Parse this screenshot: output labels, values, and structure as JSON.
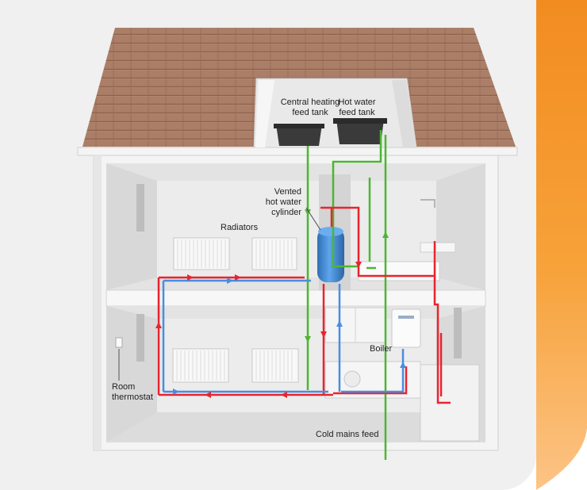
{
  "labels": {
    "central_heating_feed_tank": [
      "Central heating",
      "feed tank"
    ],
    "hot_water_feed_tank": [
      "Hot water",
      "feed tank"
    ],
    "vented_hot_water_cylinder": [
      "Vented",
      "hot water",
      "cylinder"
    ],
    "radiators": "Radiators",
    "boiler": "Boiler",
    "room_thermostat": [
      "Room",
      "thermostat"
    ],
    "cold_mains_feed": "Cold mains feed"
  },
  "colors": {
    "accent_orange": "#f39325",
    "accent_light": "#fbbf74",
    "hot_flow_red": "#e8242f",
    "return_blue": "#4a8de0",
    "cold_feed_green": "#4cb632",
    "roof_tiles": "#a67a64",
    "cylinder_blue": "#3d8fd8",
    "feed_tank": "#3a3a3a"
  }
}
